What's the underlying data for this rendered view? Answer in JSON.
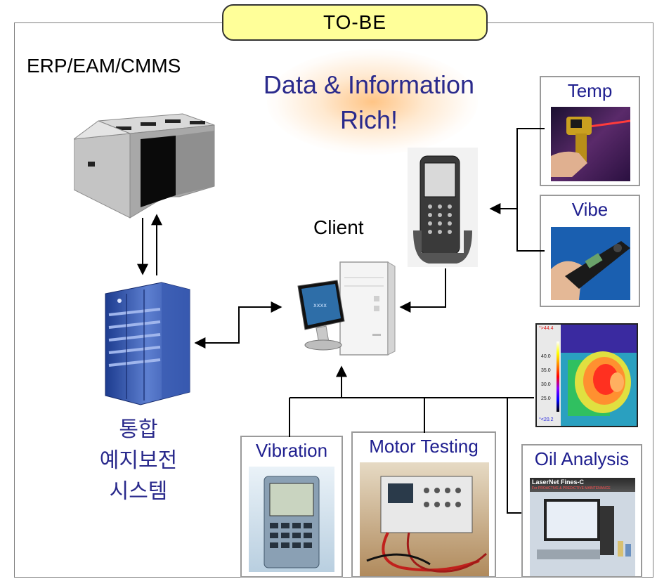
{
  "banner": {
    "label": "TO-BE"
  },
  "erp": {
    "label": "ERP/EAM/CMMS"
  },
  "headline": {
    "line1": "Data & Information",
    "line2": "Rich!"
  },
  "client": {
    "label": "Client"
  },
  "system": {
    "line1": "통합",
    "line2": "예지보전",
    "line3": "시스템"
  },
  "devices": {
    "temp": {
      "label": "Temp"
    },
    "vibe": {
      "label": "Vibe"
    },
    "vibration": {
      "label": "Vibration"
    },
    "motor": {
      "label": "Motor Testing"
    },
    "oil": {
      "label": "Oil Analysis",
      "screen_title": "LaserNet Fines-C",
      "screen_sub": "For PROACTIVE & PREDICTIVE MAINTENANCE"
    }
  },
  "thermal": {
    "top_readout": "°>44.4",
    "bottom_readout": "°<20.2",
    "scale_ticks": [
      "40.0",
      "35.0",
      "30.0",
      "25.0"
    ]
  }
}
